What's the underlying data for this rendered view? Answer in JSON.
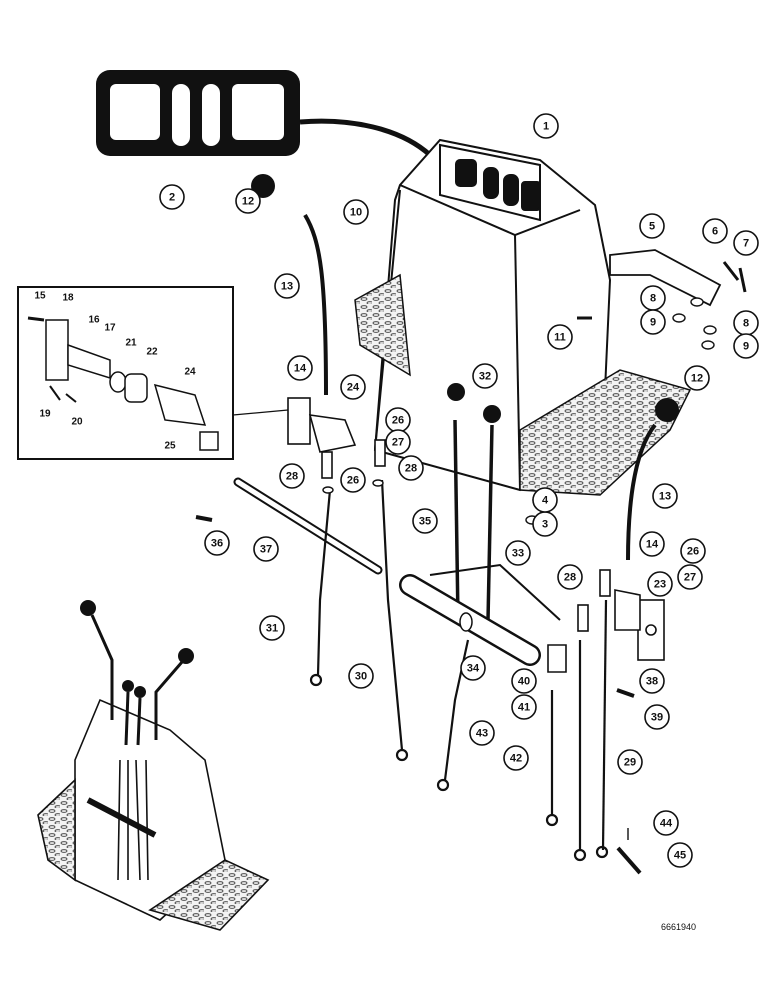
{
  "figure": {
    "reference_number": "6661940"
  },
  "callouts": [
    {
      "id": "c1",
      "label": "1"
    },
    {
      "id": "c2",
      "label": "2"
    },
    {
      "id": "c3",
      "label": "3"
    },
    {
      "id": "c4",
      "label": "4"
    },
    {
      "id": "c5",
      "label": "5"
    },
    {
      "id": "c6",
      "label": "6"
    },
    {
      "id": "c7",
      "label": "7"
    },
    {
      "id": "c8a",
      "label": "8"
    },
    {
      "id": "c8b",
      "label": "8"
    },
    {
      "id": "c9a",
      "label": "9"
    },
    {
      "id": "c9b",
      "label": "9"
    },
    {
      "id": "c10",
      "label": "10"
    },
    {
      "id": "c11",
      "label": "11"
    },
    {
      "id": "c12a",
      "label": "12"
    },
    {
      "id": "c12b",
      "label": "12"
    },
    {
      "id": "c13a",
      "label": "13"
    },
    {
      "id": "c13b",
      "label": "13"
    },
    {
      "id": "c14a",
      "label": "14"
    },
    {
      "id": "c14b",
      "label": "14"
    },
    {
      "id": "c23",
      "label": "23"
    },
    {
      "id": "c24",
      "label": "24"
    },
    {
      "id": "c26a",
      "label": "26"
    },
    {
      "id": "c26b",
      "label": "26"
    },
    {
      "id": "c26c",
      "label": "26"
    },
    {
      "id": "c27a",
      "label": "27"
    },
    {
      "id": "c27b",
      "label": "27"
    },
    {
      "id": "c28a",
      "label": "28"
    },
    {
      "id": "c28b",
      "label": "28"
    },
    {
      "id": "c28c",
      "label": "28"
    },
    {
      "id": "c29",
      "label": "29"
    },
    {
      "id": "c30",
      "label": "30"
    },
    {
      "id": "c31",
      "label": "31"
    },
    {
      "id": "c32",
      "label": "32"
    },
    {
      "id": "c33",
      "label": "33"
    },
    {
      "id": "c34",
      "label": "34"
    },
    {
      "id": "c35",
      "label": "35"
    },
    {
      "id": "c36",
      "label": "36"
    },
    {
      "id": "c37",
      "label": "37"
    },
    {
      "id": "c38",
      "label": "38"
    },
    {
      "id": "c39",
      "label": "39"
    },
    {
      "id": "c40",
      "label": "40"
    },
    {
      "id": "c41",
      "label": "41"
    },
    {
      "id": "c42",
      "label": "42"
    },
    {
      "id": "c43",
      "label": "43"
    },
    {
      "id": "c44",
      "label": "44"
    },
    {
      "id": "c45",
      "label": "45"
    }
  ],
  "inset_labels": [
    {
      "id": "i15",
      "label": "15"
    },
    {
      "id": "i16",
      "label": "16"
    },
    {
      "id": "i17",
      "label": "17"
    },
    {
      "id": "i18",
      "label": "18"
    },
    {
      "id": "i19",
      "label": "19"
    },
    {
      "id": "i20",
      "label": "20"
    },
    {
      "id": "i21",
      "label": "21"
    },
    {
      "id": "i22",
      "label": "22"
    },
    {
      "id": "i24",
      "label": "24"
    },
    {
      "id": "i25",
      "label": "25"
    }
  ]
}
